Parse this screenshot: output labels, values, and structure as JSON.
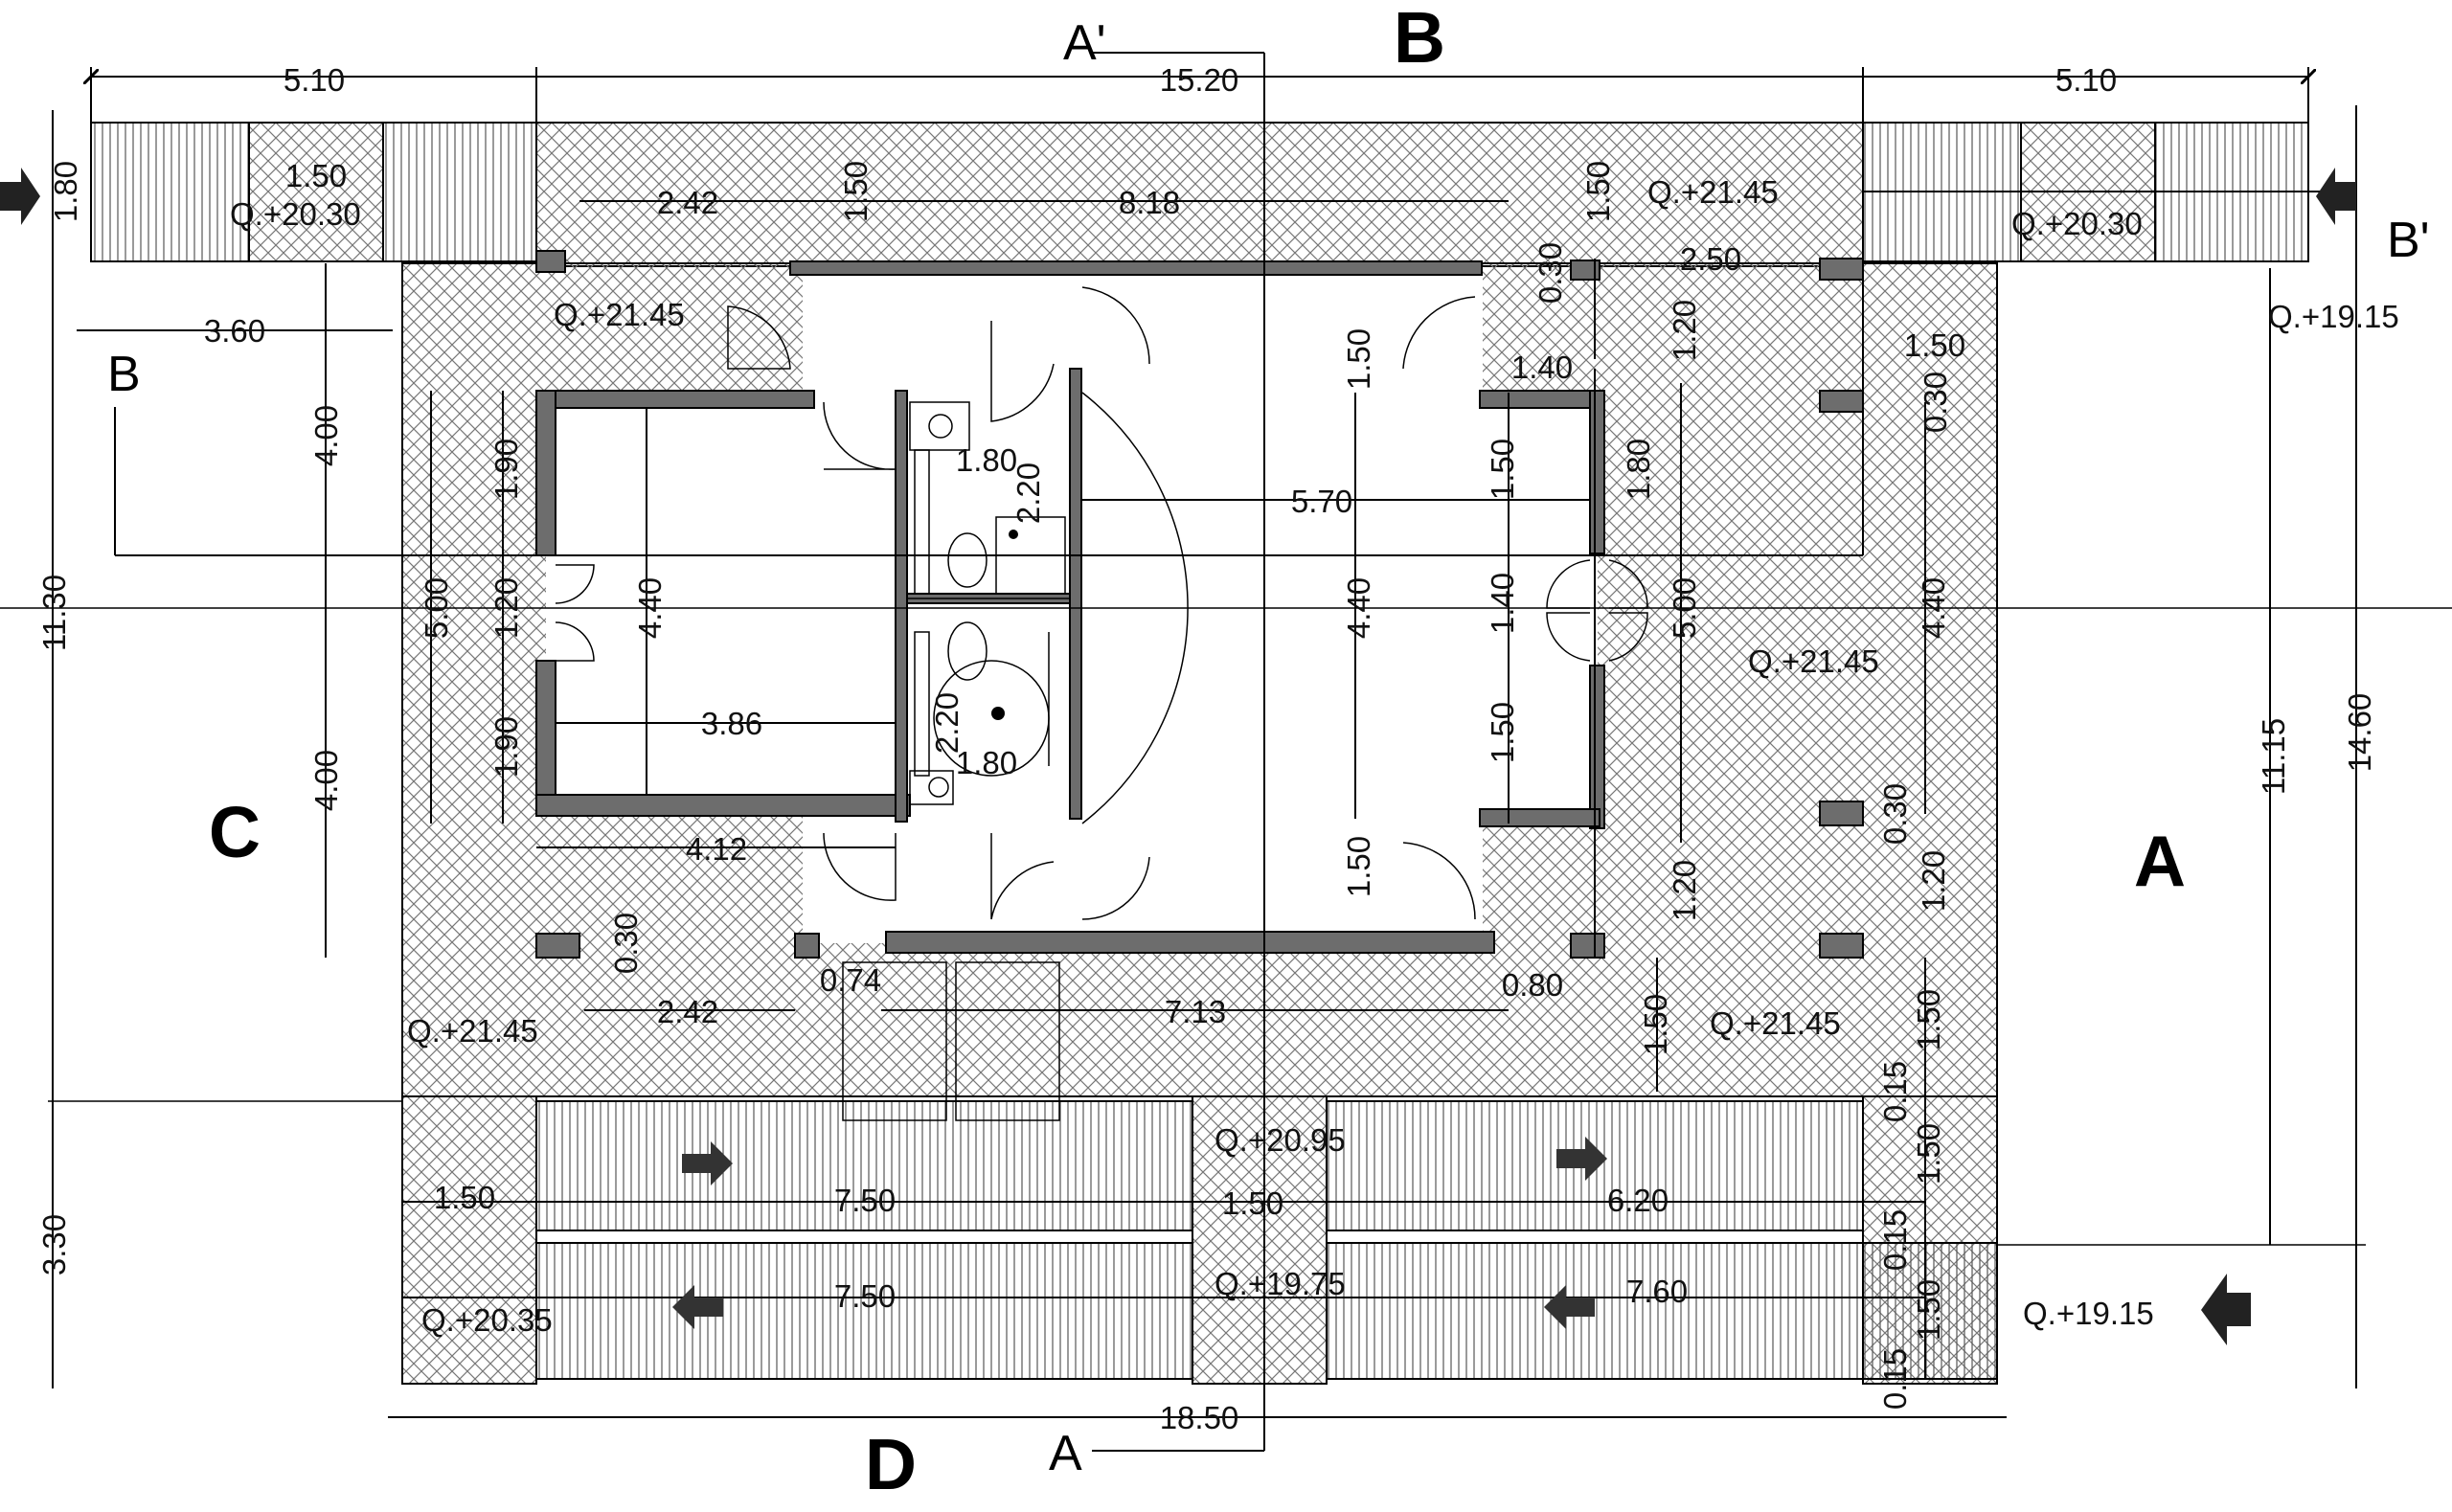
{
  "labels": {
    "side_a": "A",
    "side_b": "B",
    "side_c": "C",
    "side_d": "D",
    "sec_a": "A",
    "sec_a_prime": "A'",
    "sec_b": "B",
    "sec_b_prime": "B'"
  },
  "levels": {
    "l1": "Q.+21.45",
    "l2": "Q.+20.30",
    "l3": "Q.+20.30",
    "l4": "Q.+19.15",
    "l5": "Q.+21.45",
    "l6": "Q.+21.45",
    "l7": "Q.+21.45",
    "l8": "Q.+21.45",
    "l9": "Q.+20.95",
    "l10": "Q.+19.75",
    "l11": "Q.+20.35",
    "l12": "Q.+19.15"
  },
  "dims": {
    "d1": "5.10",
    "d2": "15.20",
    "d3": "5.10",
    "d4": "1.80",
    "d5": "1.50",
    "d6": "2.42",
    "d7": "8.18",
    "d8": "1.50",
    "d9": "1.50",
    "d10": "2.50",
    "d11": "3.60",
    "d12": "0.30",
    "d13": "1.40",
    "d14": "1.20",
    "d15": "1.50",
    "d16": "0.30",
    "d17": "1.90",
    "d18": "4.00",
    "d19": "1.80",
    "d20": "2.20",
    "d21": "5.70",
    "d22": "1.50",
    "d23": "1.80",
    "d24": "5.00",
    "d25": "1.20",
    "d26": "4.40",
    "d27": "1.40",
    "d28": "4.40",
    "d29": "5.00",
    "d30": "4.40",
    "d31": "11.30",
    "d32": "1.90",
    "d33": "3.86",
    "d34": "2.20",
    "d35": "1.80",
    "d36": "1.50",
    "d37": "11.15",
    "d38": "14.60",
    "d39": "4.00",
    "d40": "4.12",
    "d41": "1.50",
    "d42": "1.20",
    "d43": "1.20",
    "d44": "0.30",
    "d45": "0.30",
    "d46": "0.74",
    "d47": "2.42",
    "d48": "7.13",
    "d49": "0.80",
    "d50": "1.50",
    "d51": "1.50",
    "d52": "0.15",
    "d53": "1.50",
    "d54": "1.50",
    "d55": "7.50",
    "d56": "1.50",
    "d57": "6.20",
    "d58": "0.15",
    "d59": "3.30",
    "d60": "7.50",
    "d61": "7.60",
    "d62": "1.50",
    "d63": "0.15",
    "d64": "18.50"
  }
}
